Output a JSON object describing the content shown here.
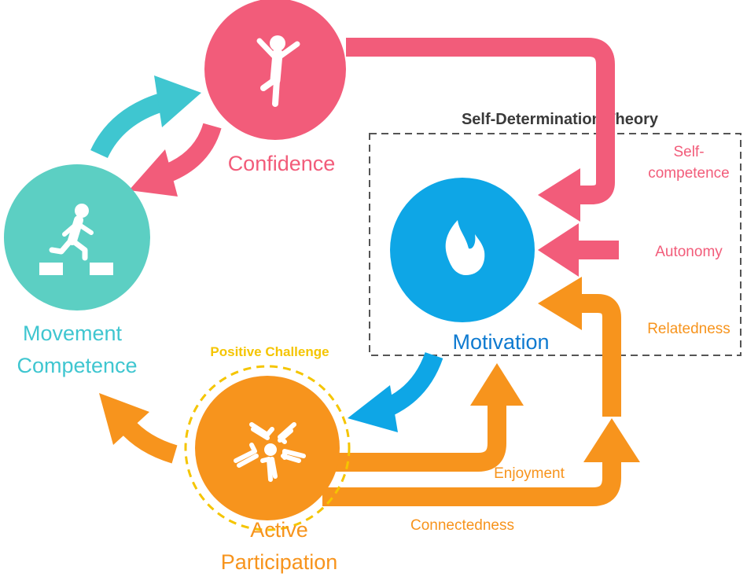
{
  "frame": {
    "title": "Self-Determination Theory"
  },
  "nodes": {
    "confidence": {
      "label": "Confidence",
      "icon": "jumping-person-icon"
    },
    "movement_competence": {
      "label_line1": "Movement",
      "label_line2": "Competence",
      "icon": "running-person-icon"
    },
    "motivation": {
      "label": "Motivation",
      "icon": "flame-icon"
    },
    "active_participation": {
      "label_line1": "Active",
      "label_line2": "Participation",
      "icon": "hands-circle-icon",
      "ring_label": "Positive Challenge"
    }
  },
  "sdt_factors": {
    "self_competence_line1": "Self-",
    "self_competence_line2": "competence",
    "autonomy": "Autonomy",
    "relatedness": "Relatedness"
  },
  "participation_paths": {
    "enjoyment": "Enjoyment",
    "connectedness": "Connectedness"
  },
  "colors": {
    "pink": "#f25c7a",
    "teal": "#5ccfc3",
    "teal_arrow": "#3fc6d0",
    "blue": "#0ea6e6",
    "orange": "#f7941d",
    "yellow": "#f5c500",
    "dark": "#3a3a3a"
  }
}
